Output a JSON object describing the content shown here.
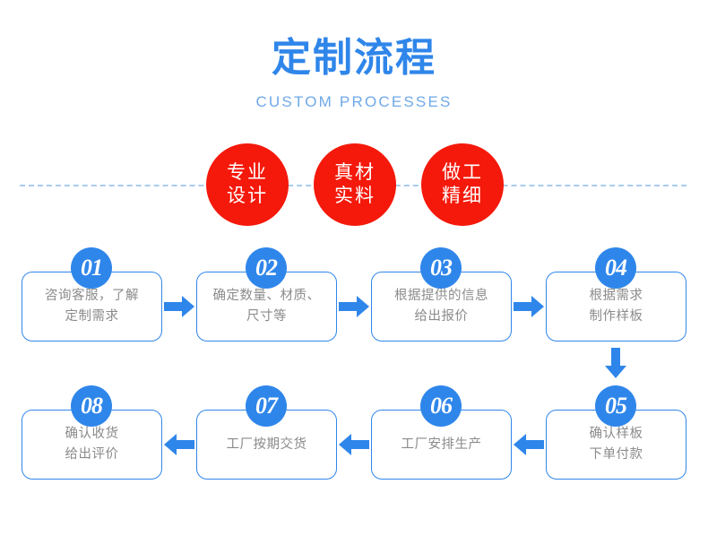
{
  "header": {
    "title": "定制流程",
    "subtitle": "CUSTOM PROCESSES",
    "title_color": "#2f86ea",
    "subtitle_color": "#6fa9e8"
  },
  "separator": {
    "style": "dashed",
    "color": "#a9cbef"
  },
  "features": {
    "circle_color": "#f4190b",
    "text_color": "#ffffff",
    "items": [
      {
        "line1": "专业",
        "line2": "设计"
      },
      {
        "line1": "真材",
        "line2": "实料"
      },
      {
        "line1": "做工",
        "line2": "精细"
      }
    ]
  },
  "flow": {
    "box_border_color": "#2f86ea",
    "badge_color": "#2f86ea",
    "text_color": "#8b8b8b",
    "arrow_color": "#2f86ea",
    "steps": [
      {
        "number": "01",
        "line1": "咨询客服，了解",
        "line2": "定制需求"
      },
      {
        "number": "02",
        "line1": "确定数量、材质、",
        "line2": "尺寸等"
      },
      {
        "number": "03",
        "line1": "根据提供的信息",
        "line2": "给出报价"
      },
      {
        "number": "04",
        "line1": "根据需求",
        "line2": "制作样板"
      },
      {
        "number": "05",
        "line1": "确认样板",
        "line2": "下单付款"
      },
      {
        "number": "06",
        "line1": "工厂安排生产",
        "line2": ""
      },
      {
        "number": "07",
        "line1": "工厂按期交货",
        "line2": ""
      },
      {
        "number": "08",
        "line1": "确认收货",
        "line2": "给出评价"
      }
    ],
    "connectors": [
      {
        "name": "arrow-01-to-02",
        "direction": "right"
      },
      {
        "name": "arrow-02-to-03",
        "direction": "right"
      },
      {
        "name": "arrow-03-to-04",
        "direction": "right"
      },
      {
        "name": "arrow-04-to-05",
        "direction": "down"
      },
      {
        "name": "arrow-05-to-06",
        "direction": "left"
      },
      {
        "name": "arrow-06-to-07",
        "direction": "left"
      },
      {
        "name": "arrow-07-to-08",
        "direction": "left"
      }
    ]
  }
}
